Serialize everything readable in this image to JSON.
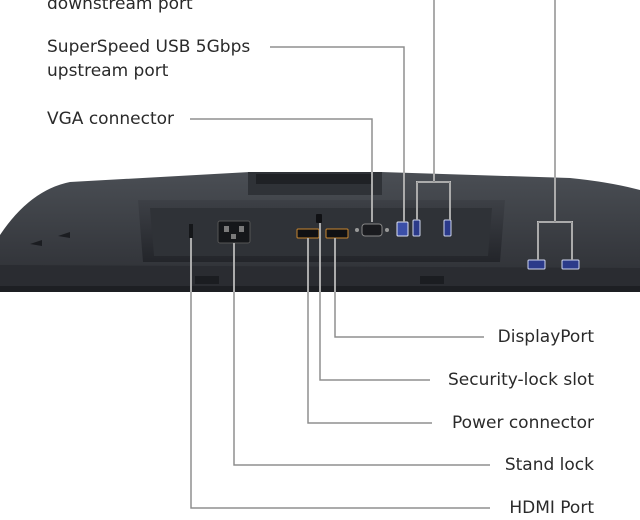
{
  "labels": {
    "downstream_port": "downstream port",
    "usb_upstream_line1": "SuperSpeed USB 5Gbps",
    "usb_upstream_line2": "upstream port",
    "vga_connector": "VGA connector",
    "displayport": "DisplayPort",
    "security_lock_slot": "Security-lock slot",
    "power_connector": "Power connector",
    "stand_lock": "Stand lock",
    "hdmi_port": "HDMI Port"
  },
  "colors": {
    "background": "#ffffff",
    "text": "#2a2a2a",
    "leader_line": "#7d7d7d",
    "monitor_body": "#3a3d42",
    "monitor_dark": "#26282c",
    "usb_port_blue": "#3b4fa8"
  }
}
